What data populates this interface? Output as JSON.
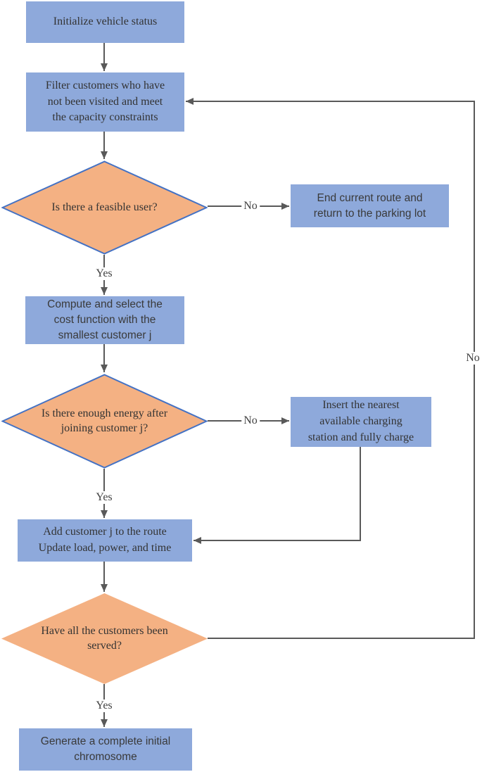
{
  "colors": {
    "process_fill": "#8EA9DB",
    "decision_fill": "#F4B183",
    "decision_border": "#4472C4",
    "connector": "#595959",
    "text": "#333333"
  },
  "nodes": {
    "init": {
      "label": "Initialize vehicle status"
    },
    "filter": {
      "label": "Filter customers who have\nnot been visited and meet\nthe capacity constraints"
    },
    "feasible": {
      "label": "Is there a feasible user?"
    },
    "end_route": {
      "label": "End current route and\nreturn to the parking lot"
    },
    "compute": {
      "label": "Compute and select the\ncost function with the\nsmallest customer j"
    },
    "energy": {
      "label": "Is there enough energy after\njoining customer j?"
    },
    "insert_station": {
      "label": "Insert the nearest\navailable charging\nstation and fully charge"
    },
    "add_customer": {
      "label": "Add customer j to the route\nUpdate load, power, and time"
    },
    "served": {
      "label": "Have all the customers been\nserved?"
    },
    "generate": {
      "label": "Generate a complete initial\nchromosome"
    }
  },
  "edge_labels": {
    "yes": "Yes",
    "no": "No"
  }
}
